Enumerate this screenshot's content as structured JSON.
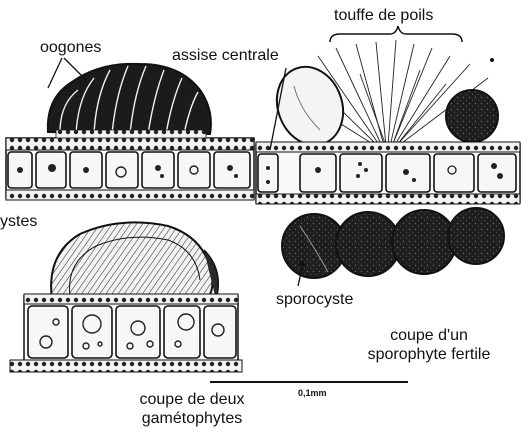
{
  "labels": {
    "touffe": "touffe de poils",
    "oogones": "oogones",
    "assise": "assise centrale",
    "ystes": "ystes",
    "sporocyste": "sporocyste",
    "sporophyte_line1": "coupe d'un",
    "sporophyte_line2": "sporophyte fertile",
    "gametophytes_line1": "coupe de deux",
    "gametophytes_line2": "gamétophytes",
    "scale": "0,1mm"
  },
  "colors": {
    "ink": "#111111",
    "cell_fill": "#f7f7f7",
    "dark_fill": "#1e1e1e",
    "paper": "#ffffff"
  }
}
